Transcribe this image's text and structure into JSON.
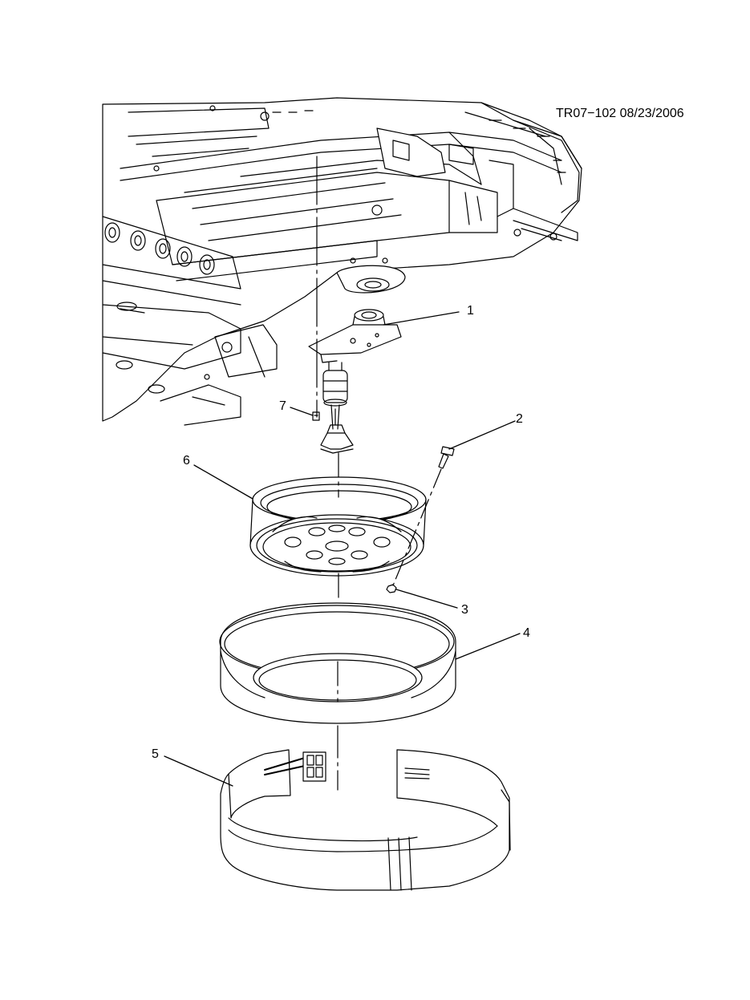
{
  "diagram": {
    "reference": "TR07−102  08/23/2006",
    "callouts": [
      "1",
      "2",
      "3",
      "4",
      "5",
      "6",
      "7"
    ]
  }
}
